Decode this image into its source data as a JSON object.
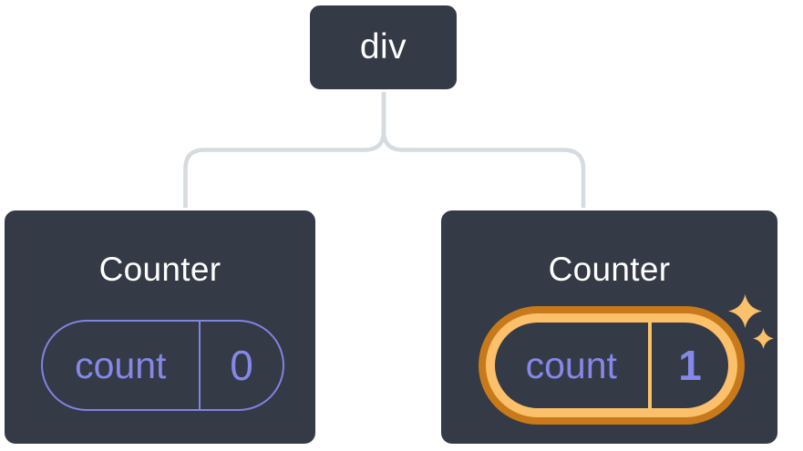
{
  "tree": {
    "root": {
      "label": "div"
    },
    "children": [
      {
        "title": "Counter",
        "state_pill": {
          "key_label": "count",
          "value": "0"
        },
        "highlighted": false
      },
      {
        "title": "Counter",
        "state_pill": {
          "key_label": "count",
          "value": "1"
        },
        "highlighted": true
      }
    ]
  },
  "colors": {
    "node_fill": "#343a46",
    "node_border": "#ffffff",
    "connector_line": "#d6dbdf",
    "state_purple": "#8588e8",
    "pill_stroke_purple": "#8084e2",
    "highlight_ring_outer_orange": "#c87a1a",
    "highlight_ring_inner_orange": "#fbc069",
    "sparkle_orange": "#fbc069"
  }
}
